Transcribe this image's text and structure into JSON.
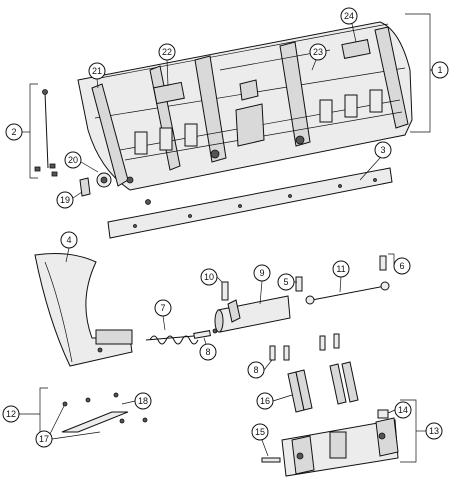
{
  "callouts": [
    {
      "num": "1"
    },
    {
      "num": "2"
    },
    {
      "num": "3"
    },
    {
      "num": "4"
    },
    {
      "num": "5"
    },
    {
      "num": "6"
    },
    {
      "num": "7"
    },
    {
      "num": "8"
    },
    {
      "num": "8"
    },
    {
      "num": "9"
    },
    {
      "num": "10"
    },
    {
      "num": "11"
    },
    {
      "num": "12"
    },
    {
      "num": "13"
    },
    {
      "num": "14"
    },
    {
      "num": "15"
    },
    {
      "num": "16"
    },
    {
      "num": "17"
    },
    {
      "num": "18"
    },
    {
      "num": "19"
    },
    {
      "num": "20"
    },
    {
      "num": "21"
    },
    {
      "num": "22"
    },
    {
      "num": "23"
    },
    {
      "num": "24"
    }
  ]
}
